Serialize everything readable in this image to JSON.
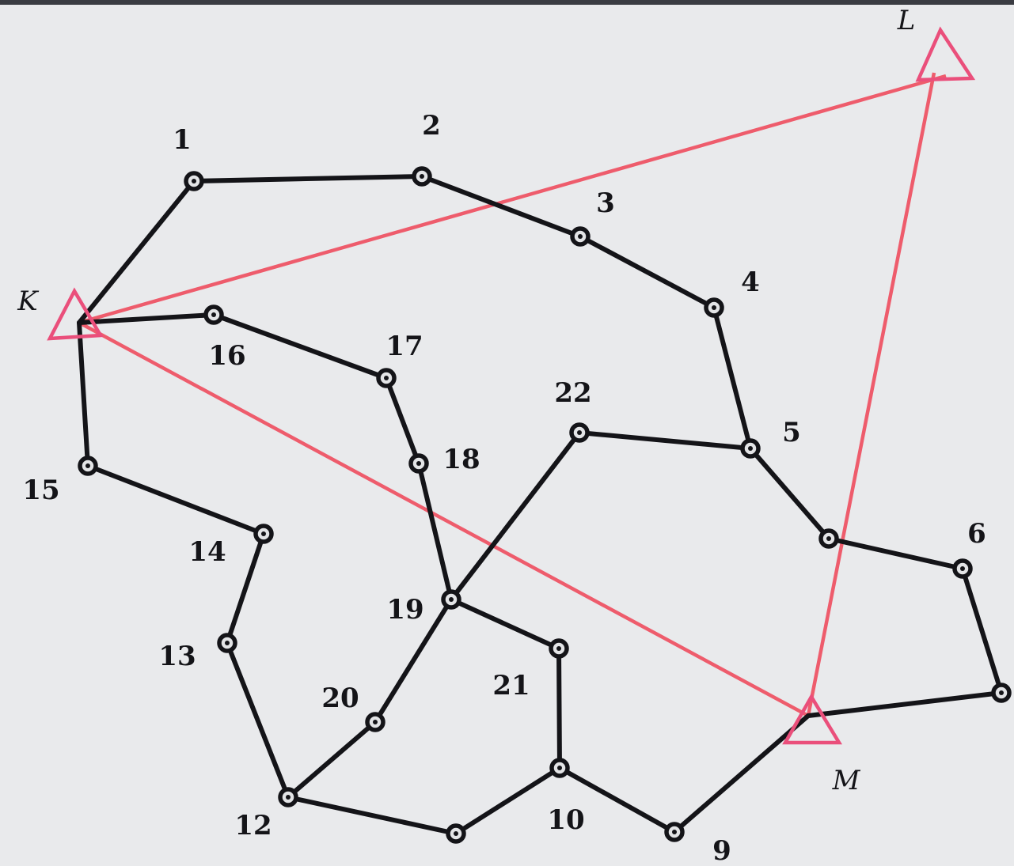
{
  "diagram": {
    "nodes": [
      {
        "id": "K",
        "label": "K"
      },
      {
        "id": "n1",
        "label": "1"
      },
      {
        "id": "n2",
        "label": "2"
      },
      {
        "id": "n3",
        "label": "3"
      },
      {
        "id": "n4",
        "label": "4"
      },
      {
        "id": "n5",
        "label": "5"
      },
      {
        "id": "a5",
        "label": ""
      },
      {
        "id": "n6",
        "label": "6"
      },
      {
        "id": "a6",
        "label": ""
      },
      {
        "id": "M",
        "label": "M"
      },
      {
        "id": "n9",
        "label": "9"
      },
      {
        "id": "n10",
        "label": "10"
      },
      {
        "id": "n11",
        "label": ""
      },
      {
        "id": "n12",
        "label": "12"
      },
      {
        "id": "n13",
        "label": "13"
      },
      {
        "id": "n14",
        "label": "14"
      },
      {
        "id": "n15",
        "label": "15"
      },
      {
        "id": "n16",
        "label": "16"
      },
      {
        "id": "n17",
        "label": "17"
      },
      {
        "id": "n18",
        "label": "18"
      },
      {
        "id": "n19",
        "label": "19"
      },
      {
        "id": "n20",
        "label": "20"
      },
      {
        "id": "n21",
        "label": "21"
      },
      {
        "id": "n22",
        "label": "22"
      },
      {
        "id": "L",
        "label": "L"
      }
    ],
    "edges": [
      [
        "K",
        "n1"
      ],
      [
        "n1",
        "n2"
      ],
      [
        "n2",
        "n3"
      ],
      [
        "n3",
        "n4"
      ],
      [
        "n4",
        "n5"
      ],
      [
        "n5",
        "a5"
      ],
      [
        "a5",
        "n6"
      ],
      [
        "n6",
        "a6"
      ],
      [
        "a6",
        "M"
      ],
      [
        "M",
        "n9"
      ],
      [
        "n9",
        "n10"
      ],
      [
        "n10",
        "n11"
      ],
      [
        "n11",
        "n12"
      ],
      [
        "n12",
        "n13"
      ],
      [
        "n13",
        "n14"
      ],
      [
        "n14",
        "n15"
      ],
      [
        "n15",
        "K"
      ],
      [
        "K",
        "n16"
      ],
      [
        "n16",
        "n17"
      ],
      [
        "n17",
        "n18"
      ],
      [
        "n18",
        "n19"
      ],
      [
        "n19",
        "n20"
      ],
      [
        "n20",
        "n12"
      ],
      [
        "n19",
        "n21"
      ],
      [
        "n21",
        "n10"
      ],
      [
        "n19",
        "n22"
      ],
      [
        "n22",
        "n5"
      ]
    ],
    "triangle": [
      "K",
      "L",
      "M"
    ]
  }
}
